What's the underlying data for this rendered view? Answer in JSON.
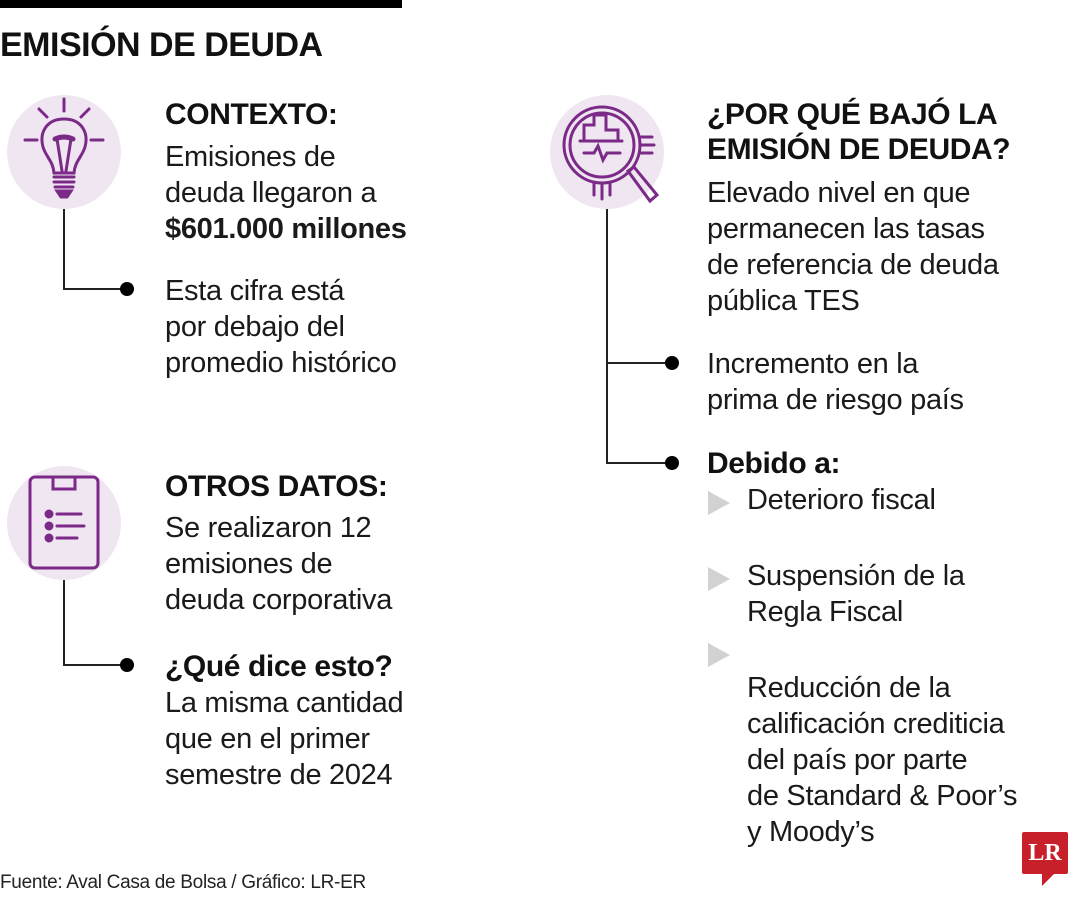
{
  "title": "EMISIÓN DE DEUDA",
  "left": {
    "contexto": {
      "icon": "lightbulb-icon",
      "heading": "CONTEXTO:",
      "text": "Emisiones de\ndeuda llegaron a",
      "highlight": "$601.000 millones",
      "bullet": "Esta cifra está\npor debajo del\npromedio histórico"
    },
    "otros": {
      "icon": "clipboard-list-icon",
      "heading": "OTROS DATOS:",
      "text": "Se realizaron 12\nemisiones de\ndeuda corporativa",
      "bullet_heading": "¿Qué dice esto?",
      "bullet_text": "La misma cantidad\nque en el primer\nsemestre de 2024"
    }
  },
  "right": {
    "icon": "magnifier-chart-icon",
    "heading": "¿POR QUÉ BAJÓ LA\nEMISIÓN DE DEUDA?",
    "text": "Elevado nivel en que\npermanecen las tasas\nde referencia de deuda\npública TES",
    "bullet1": "Incremento en la\nprima de riesgo país",
    "bullet2_heading": "Debido a:",
    "reasons": [
      "Deterioro fiscal",
      "Suspensión de la\nRegla Fiscal",
      "Reducción de la\ncalificación crediticia\ndel país por parte\nde Standard & Poor’s\ny Moody’s"
    ]
  },
  "footer": "Fuente: Aval Casa de Bolsa / Gráfico: LR-ER",
  "logo": "LR",
  "colors": {
    "accent": "#7b2a87",
    "circle": "#efe6f1",
    "logo": "#c8202a",
    "arrow": "#d2d2d2"
  }
}
